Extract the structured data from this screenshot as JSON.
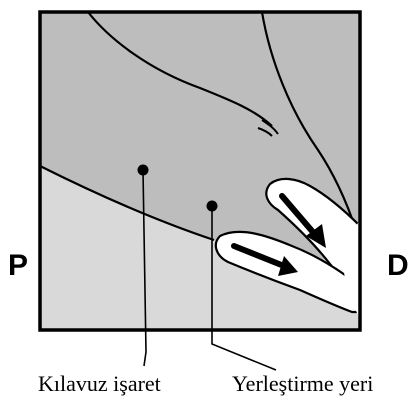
{
  "figure": {
    "left_side_label": "P",
    "right_side_label": "D",
    "guide_mark_label": "Kılavuz işaret",
    "placement_site_label": "Yerleştirme yeri"
  },
  "colors": {
    "background": "#ffffff",
    "panel_fill": "#d9d9d9",
    "limb_fill": "#bdbdbd",
    "outline": "#000000",
    "hand_fill": "#ffffff"
  }
}
